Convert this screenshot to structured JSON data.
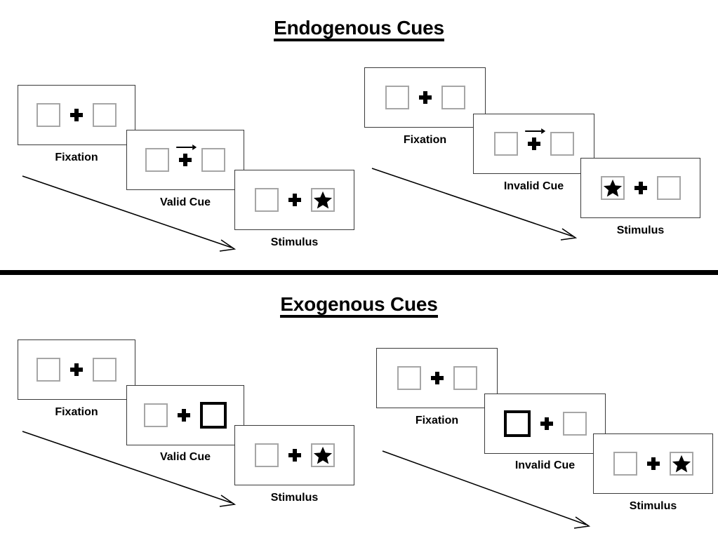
{
  "figure": {
    "title_top": "Endogenous Cues",
    "title_bottom": "Exogenous Cues"
  },
  "icons": {
    "fixation_cross": "plus-icon",
    "target": "star-icon",
    "cue_arrow": "arrow-right-icon",
    "time_arrow": "time-arrow-icon"
  },
  "labels": {
    "fixation": "Fixation",
    "valid_cue": "Valid Cue",
    "invalid_cue": "Invalid Cue",
    "stimulus": "Stimulus"
  },
  "sections": [
    {
      "id": "endogenous",
      "title": "Endogenous Cues",
      "sequences": [
        {
          "id": "endogenous-valid",
          "condition": "valid",
          "frames": [
            {
              "label": "Fixation",
              "cue": "none",
              "target": "none"
            },
            {
              "label": "Valid Cue",
              "cue": "arrow-right",
              "target": "none"
            },
            {
              "label": "Stimulus",
              "cue": "none",
              "target": "right"
            }
          ]
        },
        {
          "id": "endogenous-invalid",
          "condition": "invalid",
          "frames": [
            {
              "label": "Fixation",
              "cue": "none",
              "target": "none"
            },
            {
              "label": "Invalid Cue",
              "cue": "arrow-right",
              "target": "none"
            },
            {
              "label": "Stimulus",
              "cue": "none",
              "target": "left"
            }
          ]
        }
      ]
    },
    {
      "id": "exogenous",
      "title": "Exogenous Cues",
      "sequences": [
        {
          "id": "exogenous-valid",
          "condition": "valid",
          "frames": [
            {
              "label": "Fixation",
              "cue": "none",
              "target": "none"
            },
            {
              "label": "Valid Cue",
              "cue": "box-right",
              "target": "none"
            },
            {
              "label": "Stimulus",
              "cue": "none",
              "target": "right"
            }
          ]
        },
        {
          "id": "exogenous-invalid",
          "condition": "invalid",
          "frames": [
            {
              "label": "Fixation",
              "cue": "none",
              "target": "none"
            },
            {
              "label": "Invalid Cue",
              "cue": "box-left",
              "target": "none"
            },
            {
              "label": "Stimulus",
              "cue": "none",
              "target": "right"
            }
          ]
        }
      ]
    }
  ],
  "colors": {
    "background": "#ffffff",
    "frame_border": "#3a3a3a",
    "box_border": "#a6a6a6",
    "cued_box_border": "#000000",
    "ink": "#000000",
    "divider": "#000000"
  }
}
